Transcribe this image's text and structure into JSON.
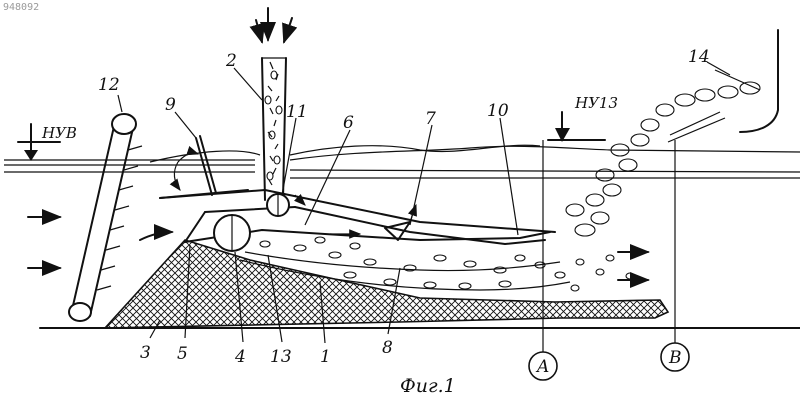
{
  "document": {
    "doc_id": "948092",
    "caption": "Фиг.1"
  },
  "levels": {
    "upstream_level": "НУВ",
    "downstream_level": "НУ13"
  },
  "part_labels": {
    "p1": "1",
    "p2": "2",
    "p3": "3",
    "p4": "4",
    "p5": "5",
    "p6": "6",
    "p7": "7",
    "p8": "8",
    "p9": "9",
    "p10": "10",
    "p11": "11",
    "p12": "12",
    "p13": "13",
    "p14": "14"
  },
  "section_markers": {
    "a": "A",
    "b": "B"
  }
}
